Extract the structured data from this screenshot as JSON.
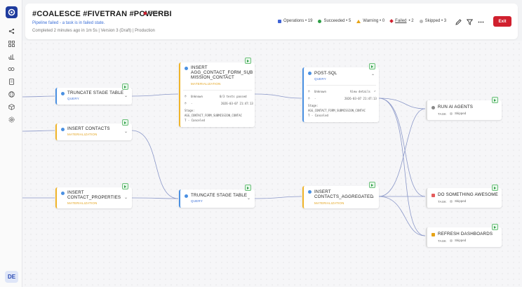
{
  "header": {
    "title": "#COALESCE #FIVETRAN #POWERBI",
    "status_badge": "Failed",
    "failure_message": "Pipeline failed - a task is in failed state.",
    "meta": "Completed 2 minutes ago in 1m 5s | Version 3 (Draft) | Production",
    "stats": {
      "operations": "Operations • 19",
      "succeeded": "Succeeded • 5",
      "warning": "Warning • 0",
      "failed": "Failed",
      "failed_count": "• 2",
      "skipped": "Skipped • 3"
    },
    "exit_label": "Exit"
  },
  "user": {
    "initials": "DE"
  },
  "colors": {
    "query": "#4a90e2",
    "materialization": "#f0b429",
    "failed": "#d0202e",
    "success": "#2e9e46",
    "brand": "#1f3c9e"
  },
  "nodes": {
    "truncate1": {
      "title": "TRUNCATE STAGE TABLE",
      "type": "QUERY"
    },
    "insert_contacts": {
      "title": "INSERT CONTACTS",
      "type": "MATERIALIZATION"
    },
    "insert_props": {
      "title_1": "INSERT",
      "title_2": "CONTACT_PROPERTIES",
      "type": "MATERIALIZATION"
    },
    "agg_form": {
      "title_1": "INSERT",
      "title_2": "AGG_CONTACT_FORM_SUB",
      "title_3": "MISSION_CONTACT",
      "type": "MATERIALIZATION",
      "status": "Unknown",
      "tests": "0/3 tests passed",
      "dash": "-",
      "time": "2026-03-07 21:47:13",
      "stage_label": "Stage:",
      "stage_1": "AGG_CONTACT_FORM_SUBMISSION_CONTAC",
      "stage_2": "T - Canceled"
    },
    "truncate2": {
      "title": "TRUNCATE STAGE TABLE",
      "type": "QUERY"
    },
    "post_sql": {
      "title": "POST-SQL",
      "type": "QUERY",
      "status": "Unknown",
      "view_details": "View details",
      "dash": "-",
      "time": "2026-03-07 21:47:13",
      "stage_label": "Stage:",
      "stage_1": "AGG_CONTACT_FORM_SUBMISSION_CONTAC",
      "stage_2": "T - Canceled"
    },
    "insert_agg": {
      "title_1": "INSERT",
      "title_2": "CONTACTS_AGGREGATED",
      "type": "MATERIALIZATION"
    },
    "ai_agents": {
      "title": "RUN AI AGENTS",
      "type": "TASK",
      "status": "Skipped"
    },
    "awesome": {
      "title": "DO SOMETHING AWESOME",
      "type": "TASK",
      "status": "Skipped"
    },
    "dashboards": {
      "title": "REFRESH DASHBOARDS",
      "type": "TASK",
      "status": "Skipped"
    }
  }
}
